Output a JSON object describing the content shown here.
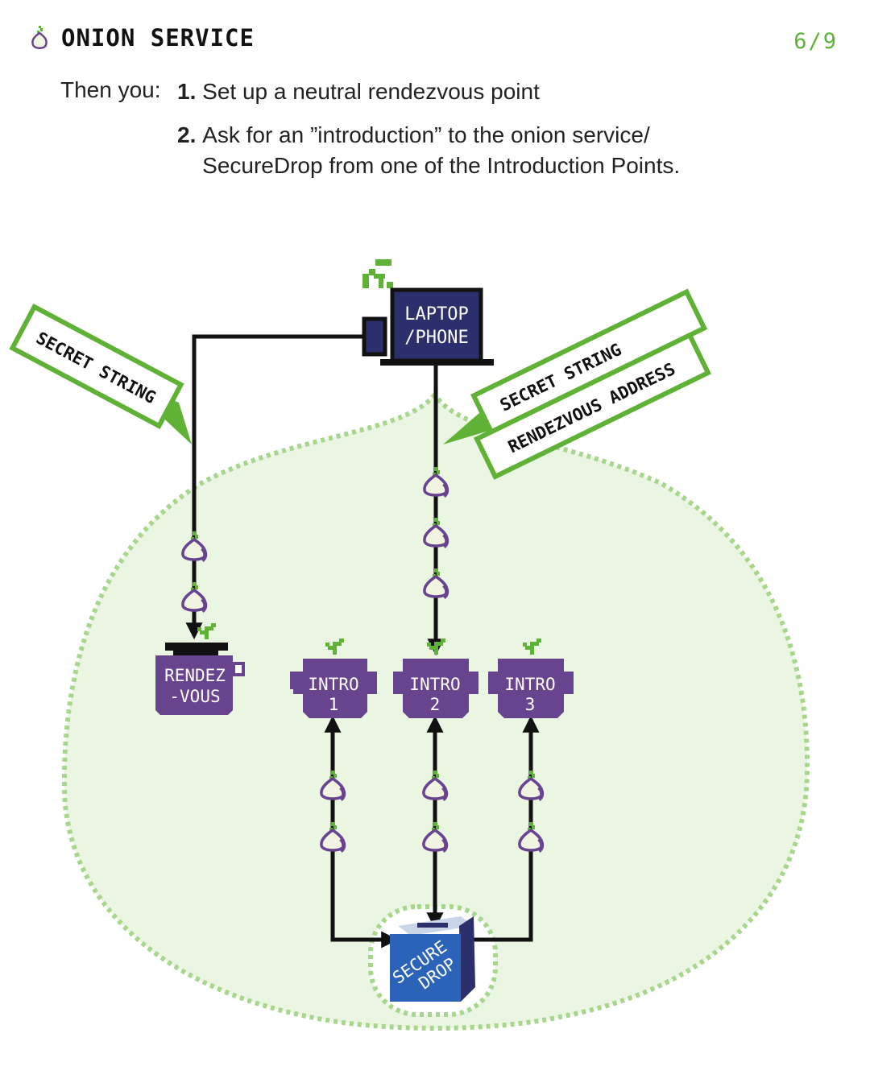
{
  "header": {
    "icon": "onion-icon",
    "title": "ONION SERVICE",
    "page_indicator": "6/9"
  },
  "intro": {
    "lead": "Then you:",
    "steps": [
      {
        "number": "1.",
        "lines": [
          "Set up a neutral rendezvous point"
        ]
      },
      {
        "number": "2.",
        "lines": [
          "Ask for an ”introduction” to the onion service/",
          "SecureDrop from one of the Introduction Points."
        ]
      }
    ]
  },
  "diagram": {
    "laptop": {
      "lines": [
        "LAPTOP",
        "/PHONE"
      ],
      "icon": "wifi-icon"
    },
    "callout_left": {
      "text": "SECRET STRING"
    },
    "callout_right": {
      "line1": "SECRET STRING",
      "line2": "RENDEZVOUS ADDRESS"
    },
    "rendezvous": {
      "lines": [
        "RENDEZ",
        "-VOUS"
      ]
    },
    "intros": [
      {
        "lines": [
          "INTRO",
          "1"
        ]
      },
      {
        "lines": [
          "INTRO",
          "2"
        ]
      },
      {
        "lines": [
          "INTRO",
          "3"
        ]
      }
    ],
    "securedrop": {
      "lines": [
        "SECURE",
        "DROP"
      ]
    }
  },
  "colors": {
    "green": "#5fb236",
    "light_green": "#eaf5e2",
    "dotted_green": "#a9d68d",
    "purple": "#68448f",
    "navy": "#2b2f6b",
    "blue": "#2a63b8",
    "black": "#111111"
  }
}
